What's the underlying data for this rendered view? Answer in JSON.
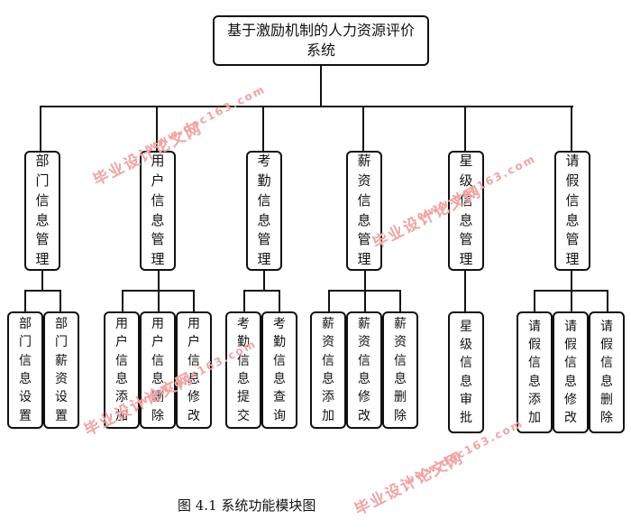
{
  "root": {
    "label": "基于激励机制的人力资源评价系统"
  },
  "modules": [
    {
      "label": "部门信息管理",
      "children": [
        "部门信息设置",
        "部门薪资设置"
      ]
    },
    {
      "label": "用户信息管理",
      "children": [
        "用户信息添加",
        "用户信息删除",
        "用户信息修改"
      ]
    },
    {
      "label": "考勤信息管理",
      "children": [
        "考勤信息提交",
        "考勤信息查询"
      ]
    },
    {
      "label": "薪资信息管理",
      "children": [
        "薪资信息添加",
        "薪资信息修改",
        "薪资信息删除"
      ]
    },
    {
      "label": "星级信息管理",
      "children": [
        "星级信息审批"
      ]
    },
    {
      "label": "请假信息管理",
      "children": [
        "请假信息添加",
        "请假信息修改",
        "请假信息删除"
      ]
    }
  ],
  "caption": "图 4.1 系统功能模块图",
  "watermark": {
    "text_cn": "毕业设计论文网",
    "text_url": "www.doc163.com"
  }
}
